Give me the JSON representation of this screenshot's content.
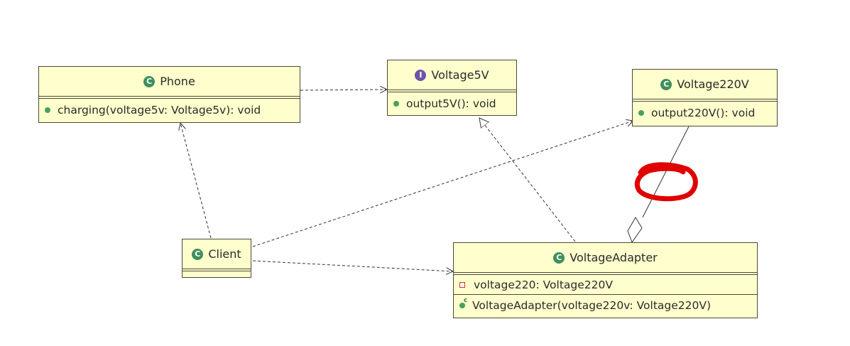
{
  "classes": {
    "phone": {
      "name": "Phone",
      "stereotype_icon": "class-icon",
      "methods": [
        "charging(voltage5v: Voltage5v): void"
      ]
    },
    "voltage5v": {
      "name": "Voltage5V",
      "stereotype_icon": "interface-icon",
      "methods": [
        "output5V(): void"
      ]
    },
    "voltage220v": {
      "name": "Voltage220V",
      "stereotype_icon": "class-icon",
      "methods": [
        "output220V(): void"
      ]
    },
    "client": {
      "name": "Client",
      "stereotype_icon": "class-icon"
    },
    "voltage_adapter": {
      "name": "VoltageAdapter",
      "stereotype_icon": "class-icon",
      "fields": [
        "voltage220: Voltage220V"
      ],
      "constructors": [
        "VoltageAdapter(voltage220v: Voltage220V)"
      ]
    }
  },
  "badges": {
    "class": "C",
    "interface": "I"
  },
  "colors": {
    "class_fill": "#ffffcd",
    "class_border": "#4a4a3a",
    "class_badge": "#3f8f5c",
    "interface_badge": "#6c54a8",
    "annotation": "#e00000"
  },
  "relations": [
    {
      "from": "phone",
      "to": "voltage5v",
      "kind": "dependency"
    },
    {
      "from": "client",
      "to": "phone",
      "kind": "dependency"
    },
    {
      "from": "client",
      "to": "voltage220v",
      "kind": "dependency"
    },
    {
      "from": "client",
      "to": "voltage_adapter",
      "kind": "dependency"
    },
    {
      "from": "voltage_adapter",
      "to": "voltage5v",
      "kind": "realization"
    },
    {
      "from": "voltage_adapter",
      "to": "voltage220v",
      "kind": "aggregation"
    }
  ],
  "annotation": {
    "shape": "hand-drawn-red-circle",
    "target": "aggregation"
  }
}
